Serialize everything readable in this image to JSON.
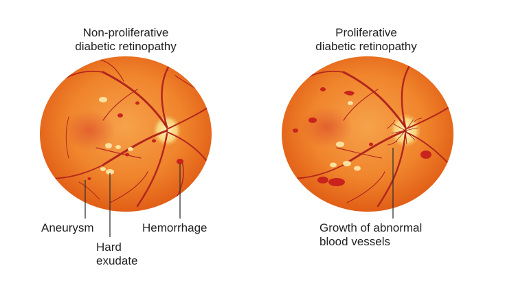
{
  "left_panel": {
    "title_line1": "Non-proliferative",
    "title_line2": "diabetic retinopathy",
    "labels": {
      "aneurysm": "Aneurysm",
      "hard_exudate_line1": "Hard",
      "hard_exudate_line2": "exudate",
      "hemorrhage": "Hemorrhage"
    }
  },
  "right_panel": {
    "title_line1": "Proliferative",
    "title_line2": "diabetic retinopathy",
    "labels": {
      "growth_line1": "Growth of abnormal",
      "growth_line2": "blood vessels"
    }
  },
  "colors": {
    "retina_outer": "#e8641a",
    "retina_inner": "#f39a45",
    "macula": "#e05a2c",
    "vessel": "#b3261e",
    "hemorrhage": "#c8231d",
    "exudate": "#fbe1a0",
    "optic_disc": "#f7d37a",
    "leader_line": "#333333"
  }
}
